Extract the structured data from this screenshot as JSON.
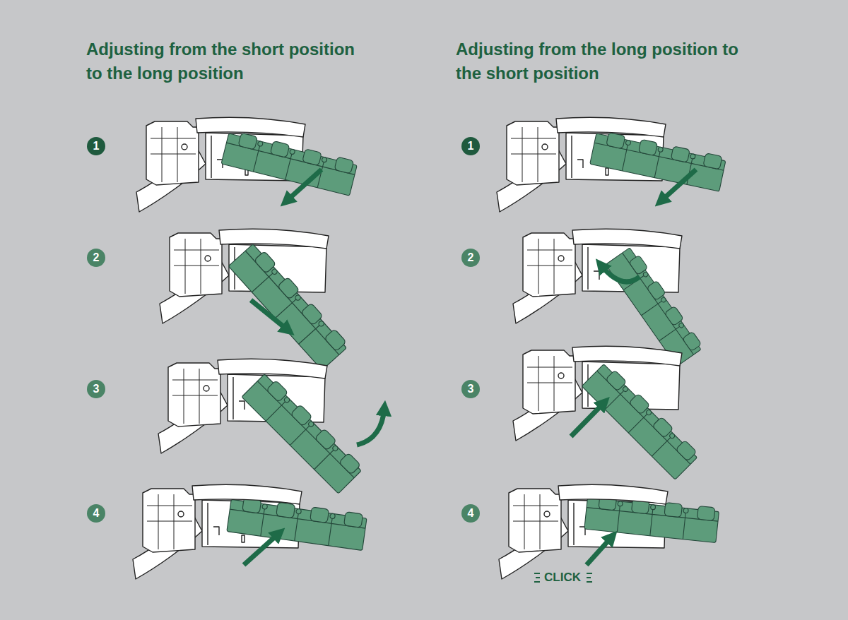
{
  "diagram": {
    "nodes": [
      {
        "text": [
          "1"
        ]
      },
      {
        "text": [
          "2"
        ]
      },
      {
        "text": [
          "3"
        ]
      },
      {
        "text": [
          "4"
        ]
      },
      {
        "text": [
          "1"
        ]
      },
      {
        "text": [
          "2"
        ]
      },
      {
        "text": [
          "3"
        ]
      },
      {
        "text": [
          "4"
        ]
      }
    ],
    "labels": [
      "Adjusting from the short position to the long position",
      "Adjusting from the long position to the short position",
      "CLICK"
    ]
  }
}
